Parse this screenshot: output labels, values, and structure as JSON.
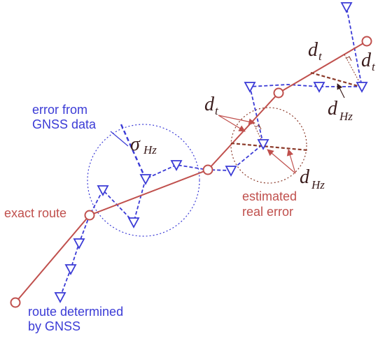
{
  "colors": {
    "exact": "#c0504d",
    "gnss": "#3b3bd6",
    "text_blue": "#3b3bd6",
    "text_red": "#c0504d",
    "math": "#3a1c1c"
  },
  "labels": {
    "error_from_line1": "error from",
    "error_from_line2": "GNSS data",
    "exact_route": "exact route",
    "route_determined_line1": "route determined",
    "route_determined_line2": "by GNSS",
    "estimated_line1": "estimated",
    "estimated_line2": "real error"
  },
  "math": {
    "sigma": "σ",
    "sigma_sub": "Hz",
    "d": "d",
    "t_sub": "t",
    "hz_sub": "Hz"
  },
  "icons": {
    "exact_point": "circle-marker-icon",
    "gnss_point": "down-triangle-marker-icon"
  }
}
